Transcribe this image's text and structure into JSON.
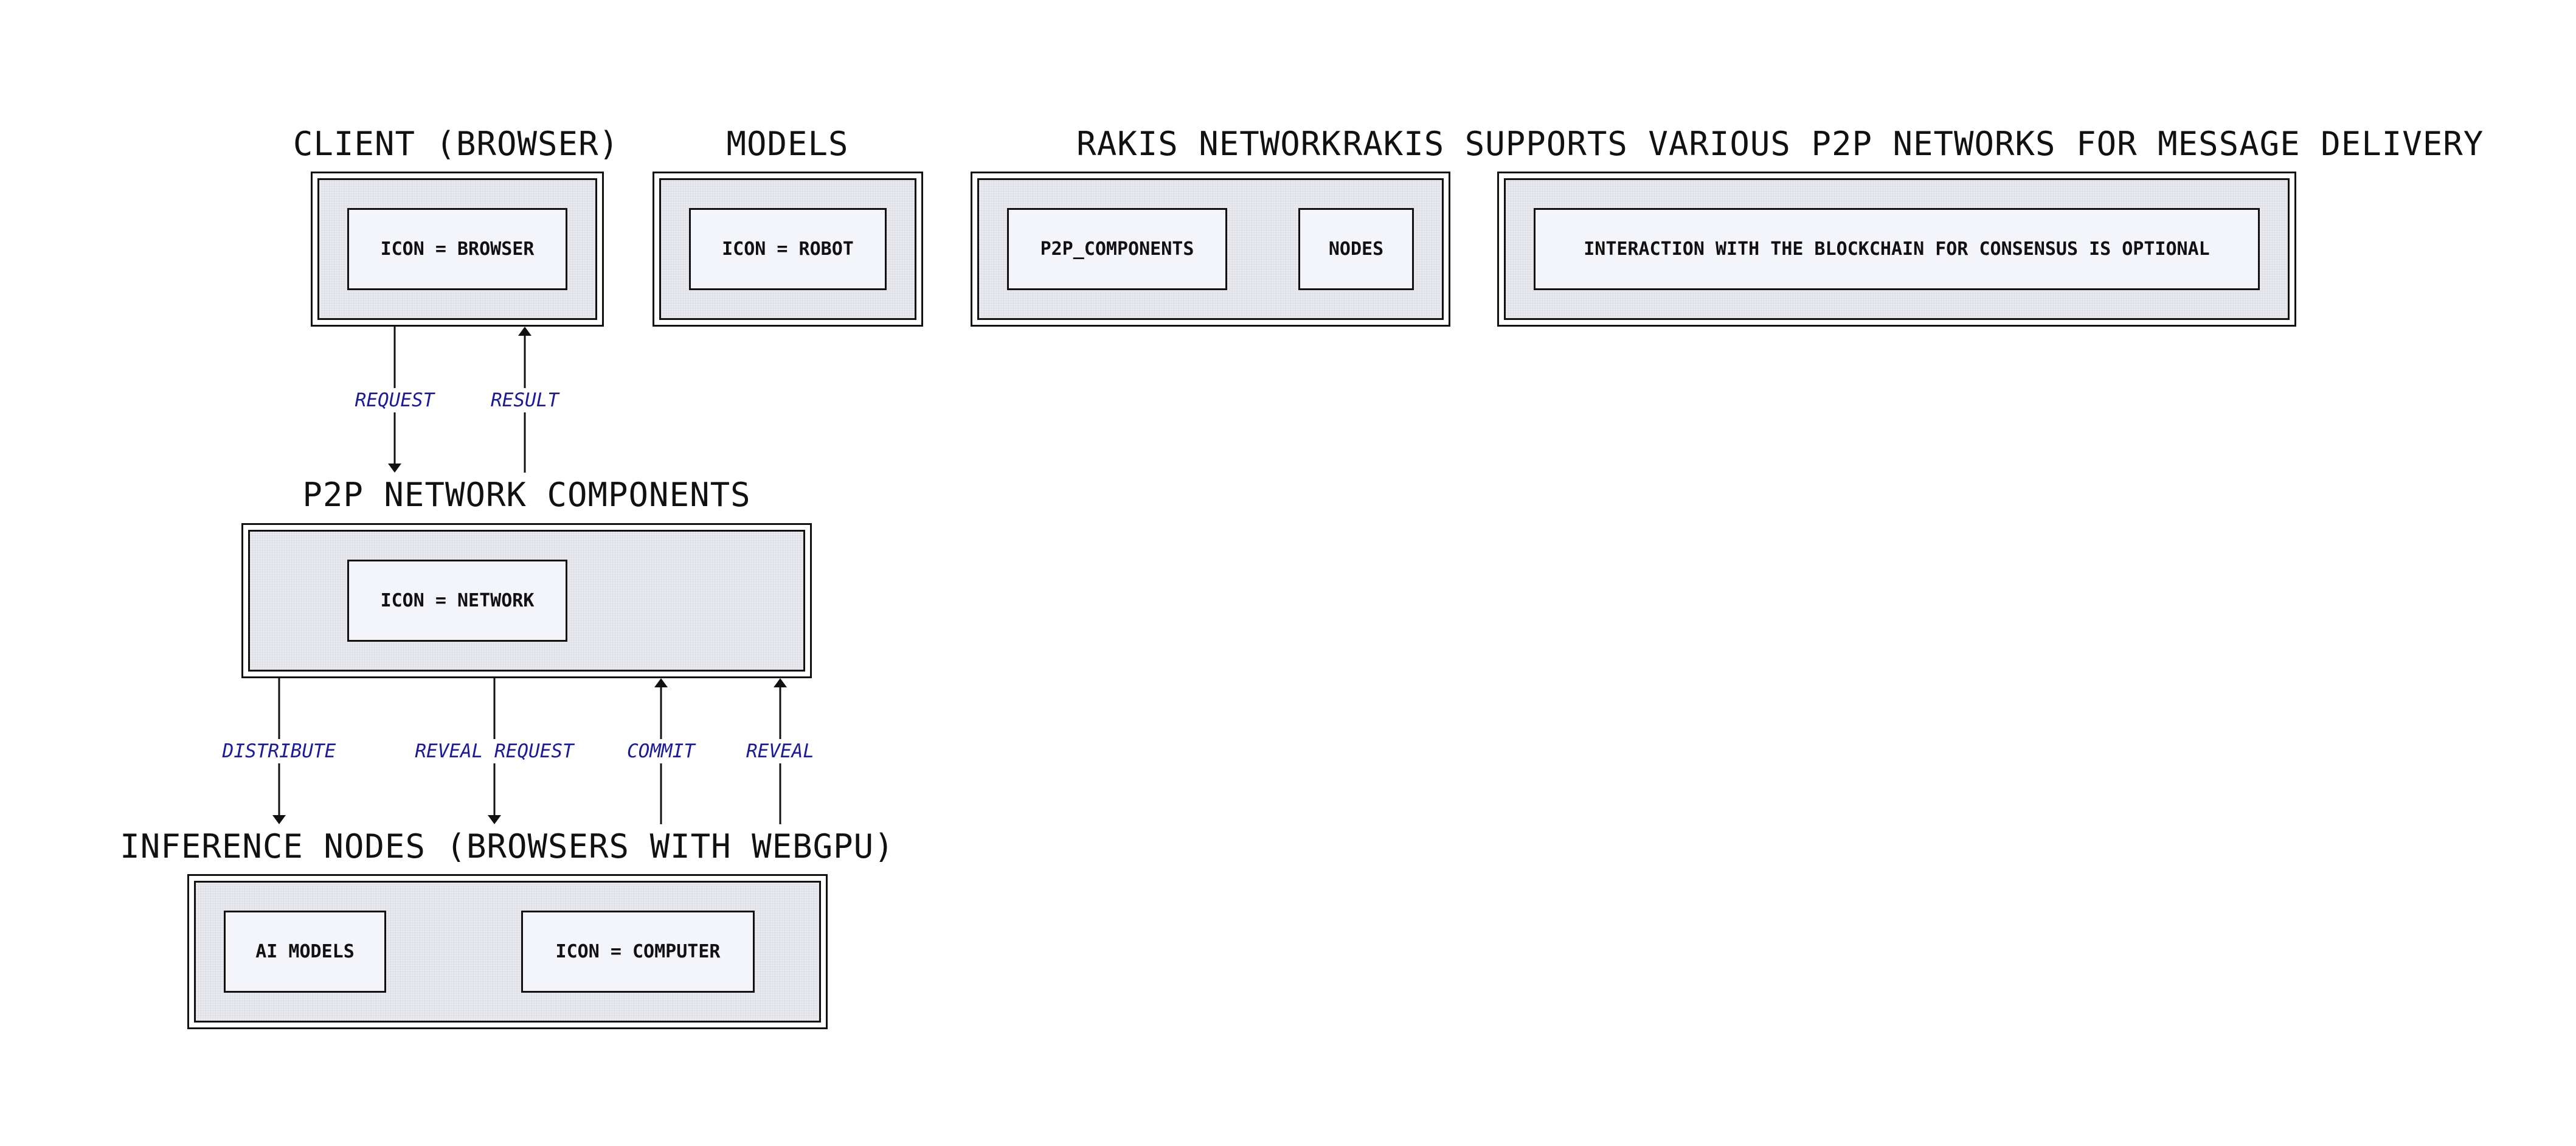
{
  "groups": {
    "client": {
      "title": "CLIENT (BROWSER)",
      "nodes": [
        "ICON = BROWSER"
      ]
    },
    "models": {
      "title": "MODELS",
      "nodes": [
        "ICON = ROBOT"
      ]
    },
    "rakis": {
      "title": "RAKIS NETWORK",
      "nodes": [
        "P2P_COMPONENTS",
        "NODES"
      ]
    },
    "note": {
      "title": "RAKIS SUPPORTS VARIOUS P2P NETWORKS FOR MESSAGE DELIVERY",
      "nodes": [
        "INTERACTION WITH THE BLOCKCHAIN FOR CONSENSUS IS OPTIONAL"
      ]
    },
    "p2p": {
      "title": "P2P NETWORK COMPONENTS",
      "nodes": [
        "ICON = NETWORK"
      ]
    },
    "inference": {
      "title": "INFERENCE NODES (BROWSERS WITH WEBGPU)",
      "nodes": [
        "AI MODELS",
        "ICON = COMPUTER"
      ]
    }
  },
  "edges": {
    "request": "REQUEST",
    "result": "RESULT",
    "distribute": "DISTRIBUTE",
    "reveal_request": "REVEAL REQUEST",
    "commit": "COMMIT",
    "reveal": "REVEAL"
  },
  "colors": {
    "edge_label": "#1a1a9a",
    "cluster_fill": "#e9eaf0",
    "node_fill": "#f4f5fa",
    "stroke": "#111111"
  }
}
